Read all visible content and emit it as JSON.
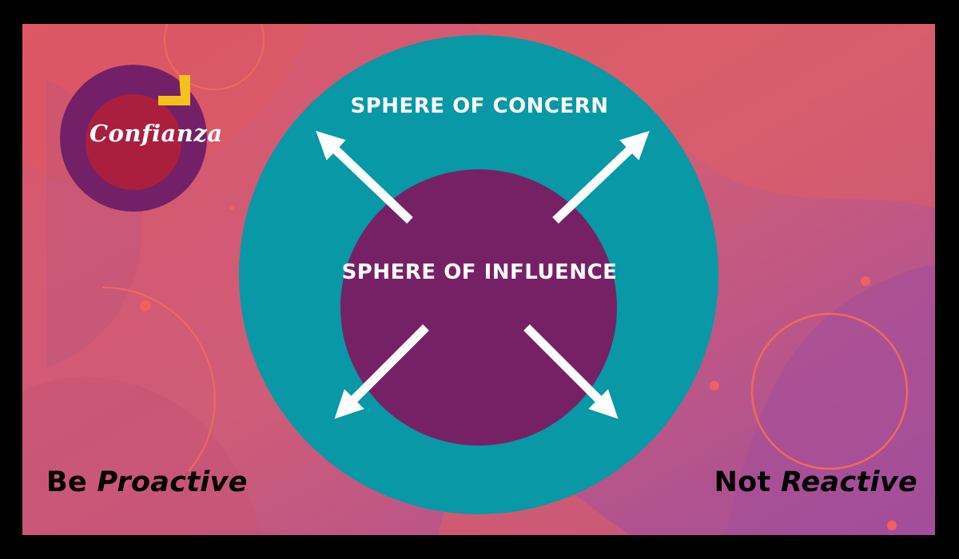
{
  "brand": {
    "logo_text": "Confianza",
    "colors": {
      "outer": "#742068",
      "inner": "#ab1f3e",
      "accent": "#f5c21b"
    }
  },
  "diagram": {
    "outer_label": "SPHERE OF CONCERN",
    "inner_label": "SPHERE OF INFLUENCE",
    "outer_color": "#0898a6",
    "inner_color": "#762166",
    "arrow_color": "#ffffff",
    "arrow_directions": [
      "up-left",
      "up-right",
      "down-left",
      "down-right"
    ]
  },
  "footer": {
    "left": {
      "plain": "Be ",
      "emphasis": "Proactive"
    },
    "right": {
      "plain": "Not ",
      "emphasis": "Reactive"
    }
  },
  "background": {
    "base_color": "#d25c74",
    "accent_colors": [
      "#e2605f",
      "#b95a8e",
      "#a44f99",
      "#f06060"
    ]
  }
}
